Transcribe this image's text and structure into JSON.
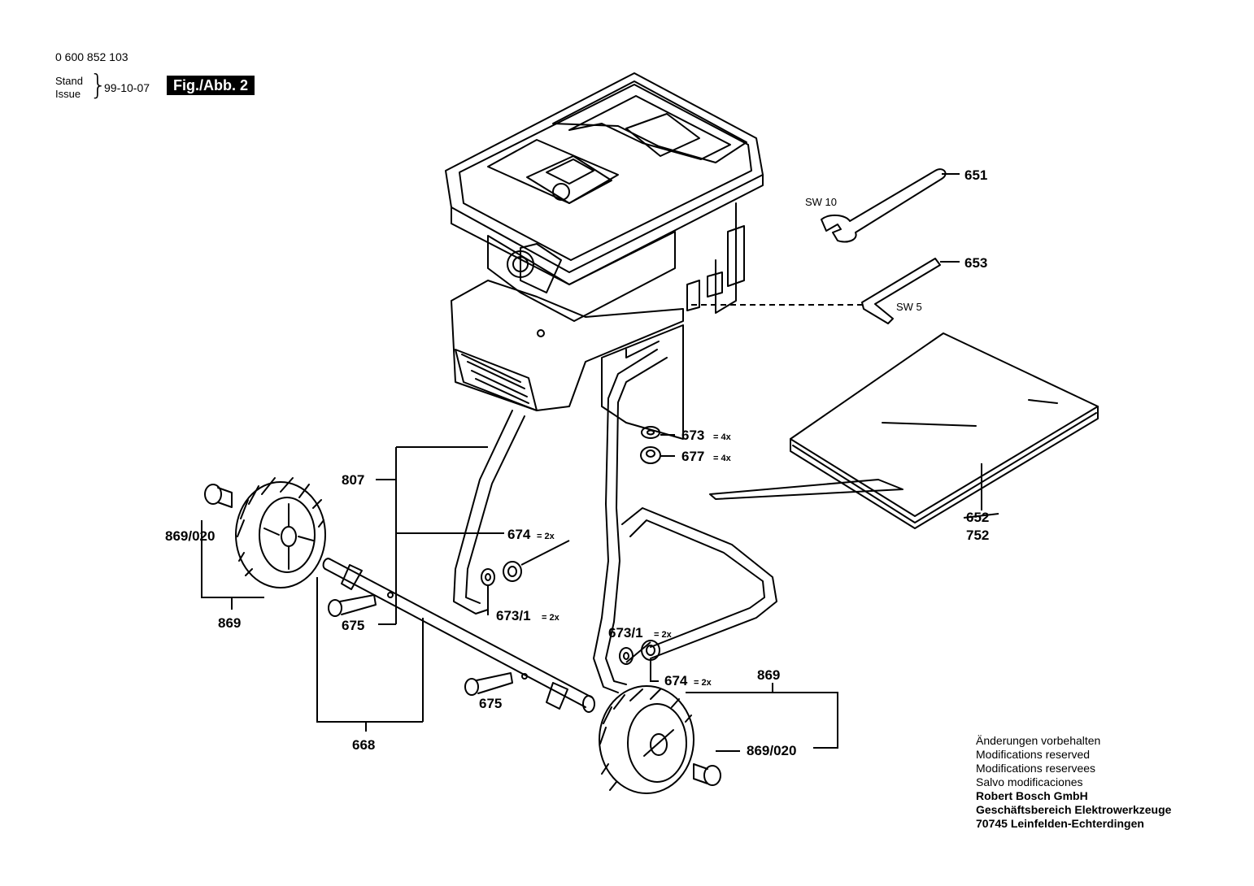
{
  "header": {
    "doc_number": "0 600 852 103",
    "stand_label": "Stand",
    "issue_label": "Issue",
    "brace": "}",
    "date": "99-10-07",
    "figure_badge": "Fig./Abb. 2"
  },
  "parts": {
    "p651": "651",
    "p653": "653",
    "sw10": "SW 10",
    "sw5": "SW 5",
    "p673": "673",
    "p673_qty": "= 4x",
    "p677": "677",
    "p677_qty": "= 4x",
    "p807": "807",
    "p674_top": "674",
    "p674_top_qty": "= 2x",
    "p673_1_left": "673/1",
    "p673_1_left_qty": "= 2x",
    "p673_1_right": "673/1",
    "p673_1_right_qty": "= 2x",
    "p674_bottom": "674",
    "p674_bottom_qty": "= 2x",
    "p869_020_left": "869/020",
    "p869_left": "869",
    "p675_left": "675",
    "p675_bottom": "675",
    "p668": "668",
    "p869_right": "869",
    "p869_020_right": "869/020",
    "p652": "652",
    "p752": "752"
  },
  "notes": {
    "line1": "Änderungen vorbehalten",
    "line2": "Modifications reserved",
    "line3": "Modifications reservees",
    "line4": "Salvo modificaciones",
    "company": "Robert Bosch GmbH",
    "division": "Geschäftsbereich Elektrowerkzeuge",
    "address": "70745 Leinfelden-Echterdingen"
  }
}
